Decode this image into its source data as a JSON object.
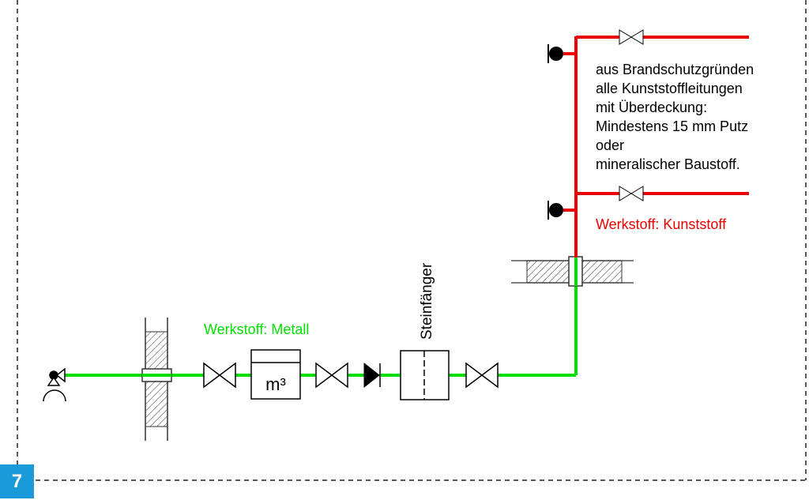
{
  "figure_number": "7",
  "colors": {
    "metal_pipe": "#00e000",
    "plastic_pipe": "#ee0000",
    "symbol_stroke": "#000000",
    "badge": "#1a9ad9"
  },
  "labels": {
    "metal_material": "Werkstoff: Metall",
    "plastic_material": "Werkstoff: Kunststoff",
    "stone_trap": "Steinfänger",
    "meter_unit": "m³",
    "fire_note": [
      "aus Brandschutzgründen",
      "alle Kunststoffleitungen",
      "mit Überdeckung:",
      "Mindestens 15 mm Putz",
      "oder",
      "mineralischer Baustoff."
    ]
  },
  "components": [
    {
      "type": "supply-connection",
      "pipe": "metal"
    },
    {
      "type": "wall-penetration",
      "orientation": "vertical-wall",
      "pipe": "metal"
    },
    {
      "type": "shutoff-valve",
      "pipe": "metal"
    },
    {
      "type": "water-meter",
      "pipe": "metal"
    },
    {
      "type": "shutoff-valve",
      "pipe": "metal"
    },
    {
      "type": "check-valve",
      "pipe": "metal"
    },
    {
      "type": "stone-trap",
      "pipe": "metal"
    },
    {
      "type": "shutoff-valve",
      "pipe": "metal"
    },
    {
      "type": "floor-penetration",
      "orientation": "horizontal-floor",
      "pipe": "transition"
    },
    {
      "type": "tap",
      "pipe": "plastic"
    },
    {
      "type": "tap",
      "pipe": "plastic"
    },
    {
      "type": "shutoff-valve",
      "pipe": "plastic"
    },
    {
      "type": "shutoff-valve",
      "pipe": "plastic"
    }
  ]
}
